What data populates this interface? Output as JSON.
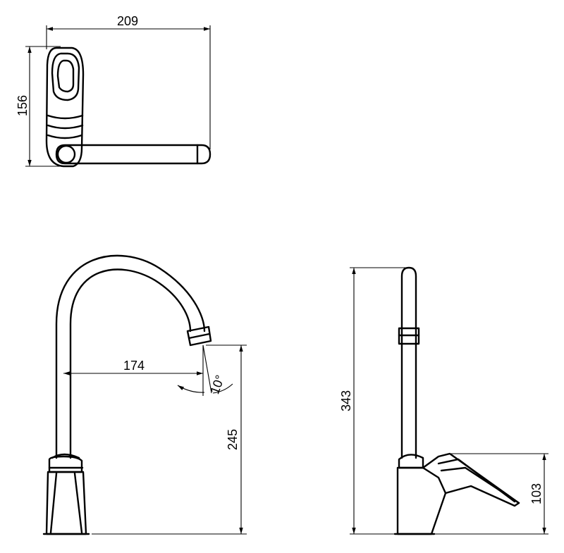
{
  "dimensions": {
    "top_width": "209",
    "top_depth": "156",
    "spout_reach": "174",
    "spout_angle": "10°",
    "spout_height": "245",
    "total_height": "343",
    "lever_height": "103"
  },
  "colors": {
    "line": "#000000",
    "background": "#ffffff"
  }
}
